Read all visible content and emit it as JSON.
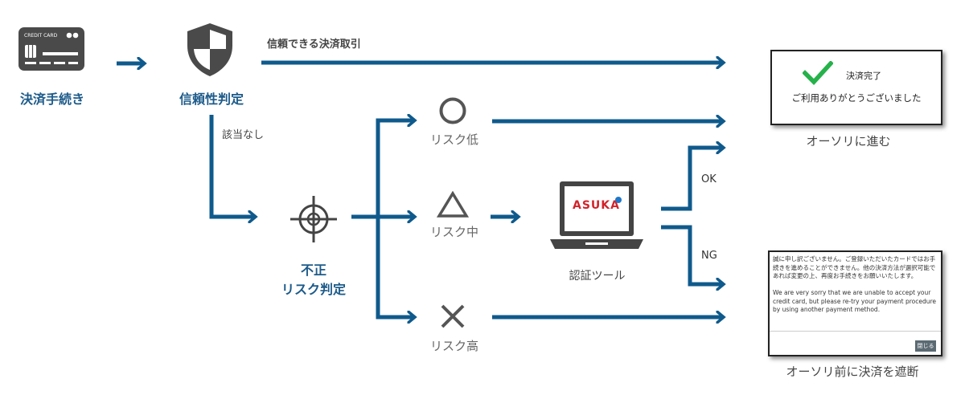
{
  "colors": {
    "flow": "#0f5a8c",
    "label": "#1d5b8a",
    "check": "#26b24b",
    "symbol": "#555555"
  },
  "icons": [
    "credit-card-icon",
    "shield-icon",
    "target-icon",
    "circle-icon",
    "triangle-icon",
    "cross-icon",
    "check-icon",
    "laptop-icon"
  ],
  "card": {
    "text": "CREDIT CARD"
  },
  "nodes": {
    "payment": "決済手続き",
    "trust": "信頼性判定",
    "fraud_line1": "不正",
    "fraud_line2": "リスク判定",
    "auth": "認証ツール"
  },
  "edges": {
    "trusted": "信頼できる決済取引",
    "not_applicable": "該当なし",
    "ok": "OK",
    "ng": "NG"
  },
  "risk": {
    "low": "リスク低",
    "mid": "リスク中",
    "high": "リスク高"
  },
  "auth_tool": {
    "brand": "ASUKA"
  },
  "success": {
    "title": "決済完了",
    "message": "ご利用ありがとうございました",
    "caption": "オーソリに進む"
  },
  "block": {
    "jp_message": "誠に申し訳ございません。ご登録いただいたカードではお手続きを進めることができません。他の決済方法が選択可能であれば変更の上、再度お手続きをお願いいたします。",
    "en_message": "We are very sorry that we are unable to accept your credit card, but please re-try your payment procedure by using another payment method.",
    "close_button": "閉じる",
    "caption": "オーソリ前に決済を遮断"
  }
}
